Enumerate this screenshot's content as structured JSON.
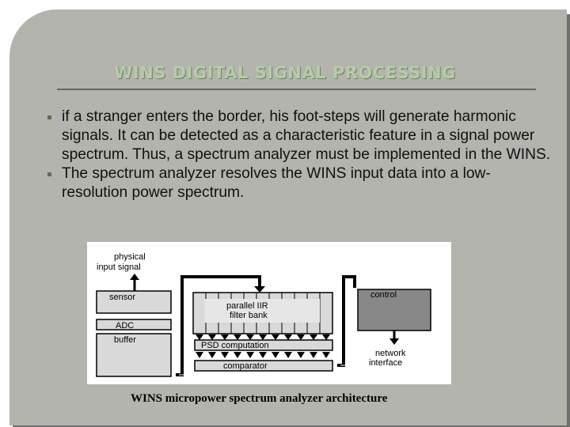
{
  "slide": {
    "title": "WINS DIGITAL SIGNAL PROCESSING",
    "bullets": [
      "if a stranger enters the border, his foot-steps will generate harmonic signals. It can be detected as a characteristic feature in a signal power spectrum. Thus, a spectrum analyzer must be implemented in the WINS.",
      "The spectrum analyzer resolves the WINS input data into a low-resolution power spectrum."
    ],
    "caption": "WINS micropower spectrum analyzer architecture"
  },
  "diagram": {
    "input_label_line1": "physical",
    "input_label_line2": "input signal",
    "sensor": "sensor",
    "adc": "ADC",
    "buffer": "buffer",
    "filter_bank_line1": "parallel IIR",
    "filter_bank_line2": "filter bank",
    "psd": "PSD computation",
    "comparator": "comparator",
    "control": "control",
    "output_label_line1": "network",
    "output_label_line2": "interface"
  },
  "colors": {
    "slide_bg": "#b2b4ad",
    "title": "#b7cba8",
    "rule": "#5f6b57",
    "bullet_marker": "#5a7050",
    "block_fill": "#d9d9d9",
    "control_fill": "#888888"
  }
}
